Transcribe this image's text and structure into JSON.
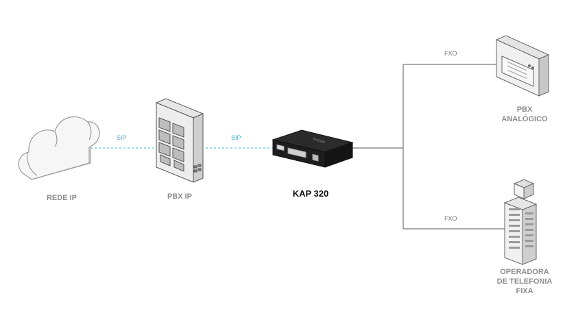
{
  "nodes": {
    "cloud": {
      "label": "REDE IP",
      "icon": "cloud-icon"
    },
    "pbx_ip": {
      "label": "PBX IP",
      "icon": "server-rack-icon"
    },
    "kap": {
      "label": "KAP 320",
      "icon": "router-device-icon"
    },
    "pbx_analog": {
      "label_line1": "PBX",
      "label_line2": "ANALÓGICO",
      "icon": "pbx-panel-icon"
    },
    "operator": {
      "label_line1": "OPERADORA",
      "label_line2": "DE TELEFONIA",
      "label_line3": "FIXA",
      "icon": "building-icon"
    }
  },
  "links": {
    "cloud_pbx": {
      "label": "SIP",
      "style": "dashed",
      "color": "#3ab4d6"
    },
    "pbx_kap": {
      "label": "SIP",
      "style": "dashed",
      "color": "#3ab4d6"
    },
    "kap_analog": {
      "label": "FXO",
      "style": "solid",
      "color": "#555555"
    },
    "kap_operator": {
      "label": "FXO",
      "style": "solid",
      "color": "#555555"
    }
  }
}
